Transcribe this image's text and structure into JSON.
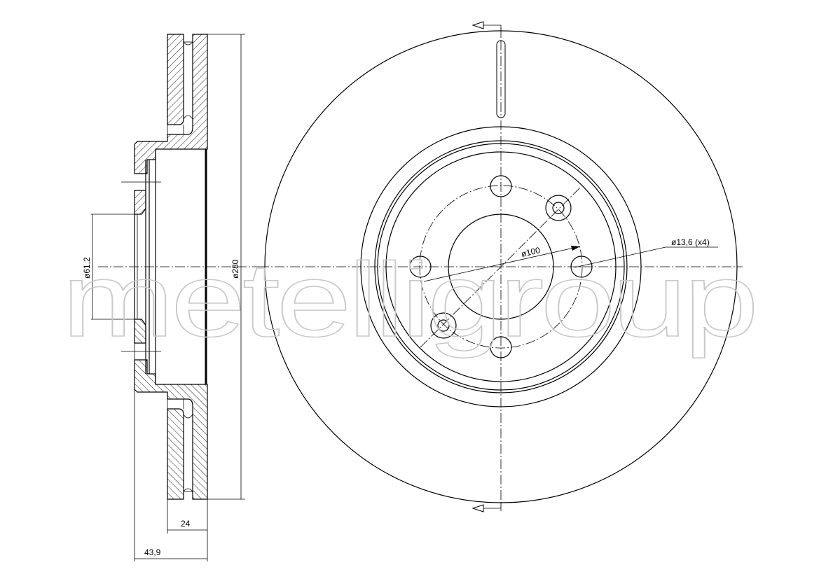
{
  "drawing": {
    "dimensions": {
      "outer_diameter": "ø280",
      "center_bore": "ø61,2",
      "bolt_circle": "ø100",
      "bolt_holes": "ø13,6 (x4)",
      "thickness": "24",
      "height": "43,9"
    },
    "watermark": "metelligroup"
  }
}
